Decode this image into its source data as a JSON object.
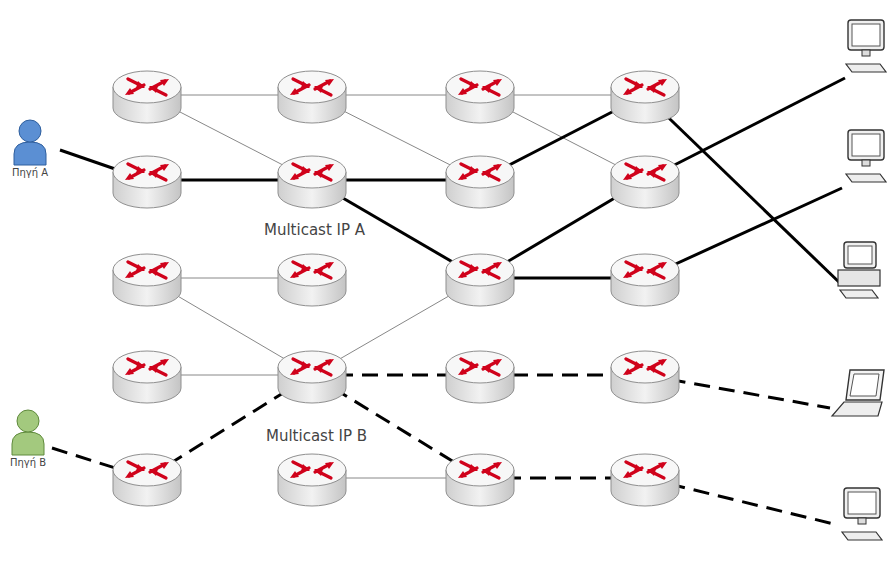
{
  "diagram": {
    "nodes": [
      {
        "text": [
          "Πηγή A"
        ]
      },
      {
        "text": [
          "Πηγή B"
        ]
      }
    ],
    "labels": [
      "Multicast IP A",
      "Multicast IP B"
    ]
  }
}
